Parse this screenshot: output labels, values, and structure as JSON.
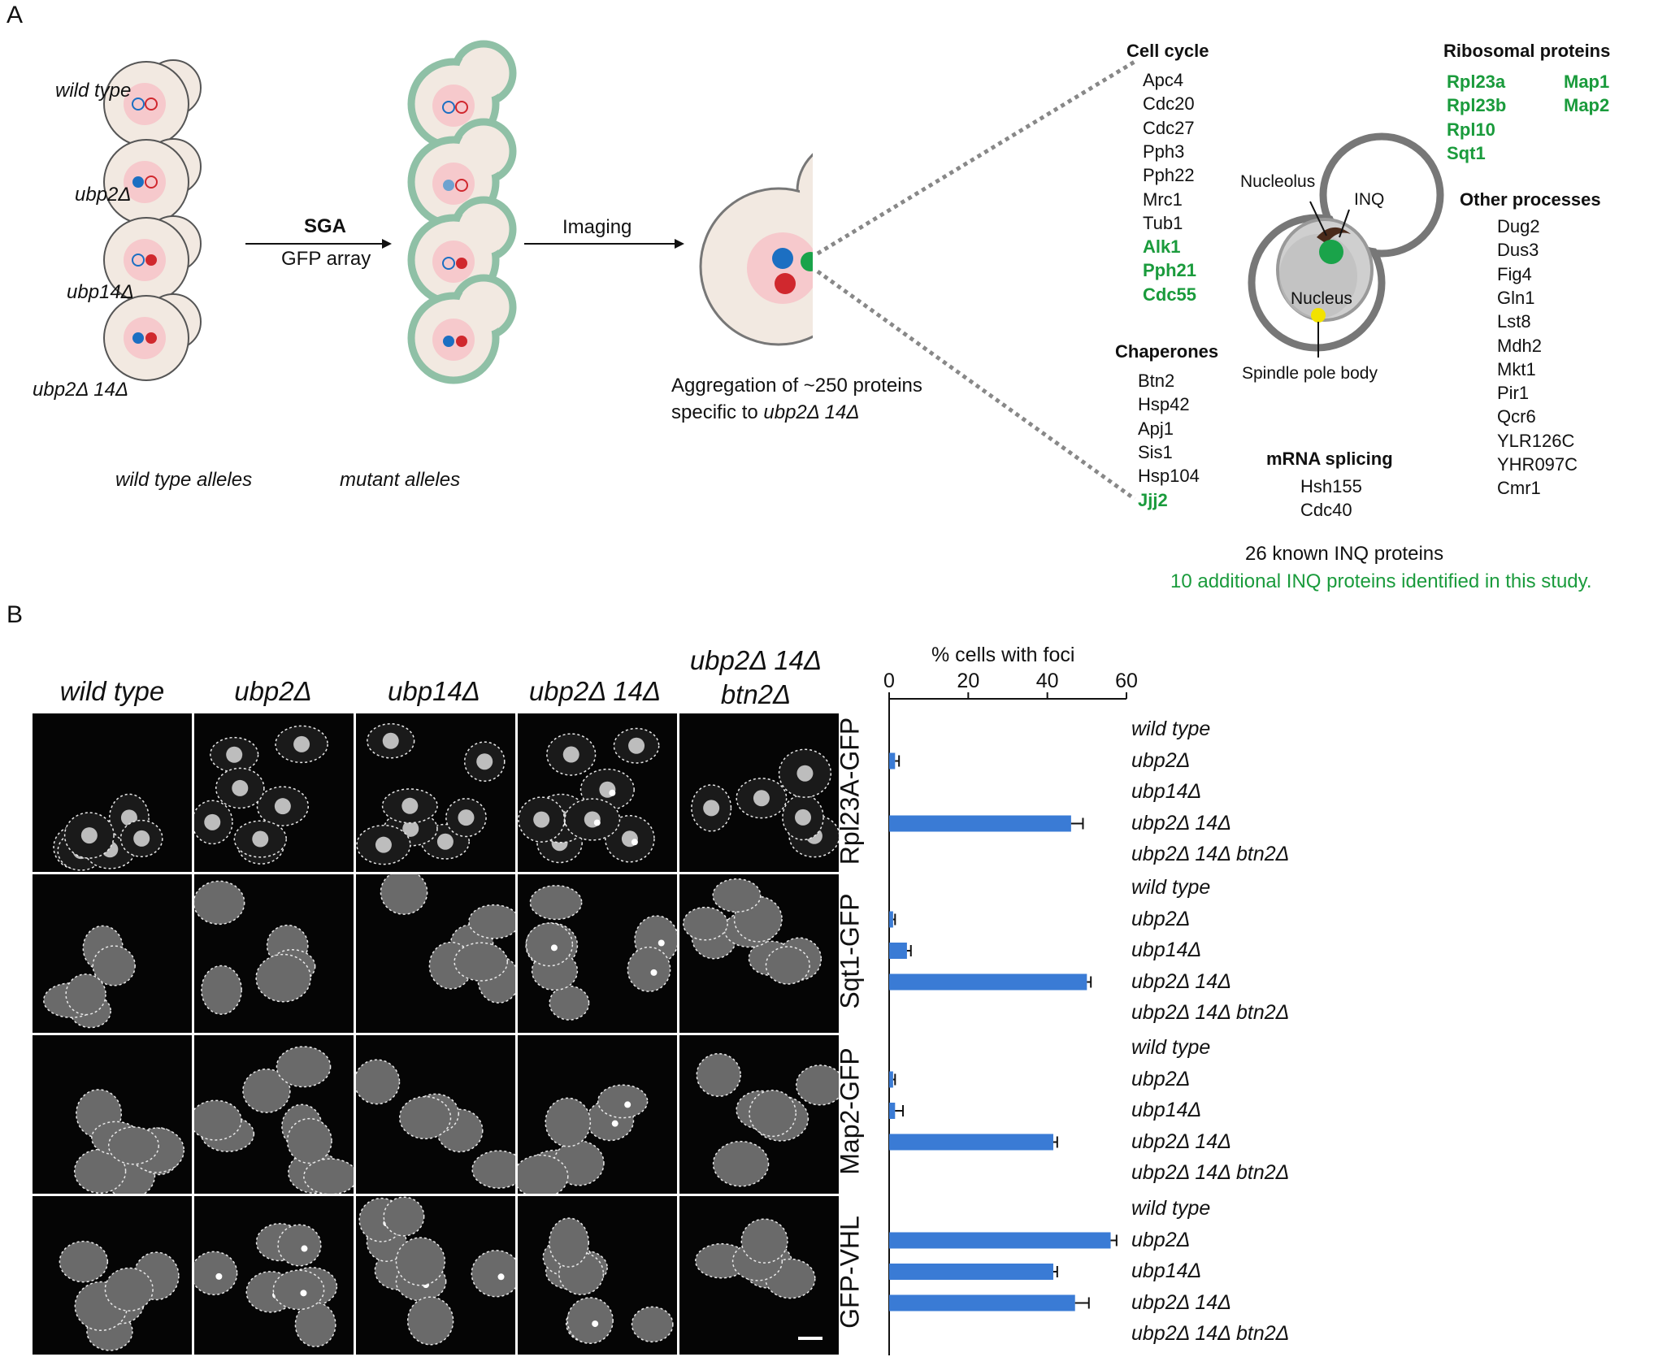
{
  "panelA": {
    "letter": "A",
    "genotypes": [
      "wild type",
      "ubp2Δ",
      "ubp14Δ",
      "ubp2Δ 14Δ"
    ],
    "arrow1_top": "SGA",
    "arrow1_bottom": "GFP array",
    "arrow2_top": "Imaging",
    "aggregation_line1": "Aggregation of ~250 proteins",
    "aggregation_line2_prefix": "specific to",
    "aggregation_line2_italic": "ubp2Δ 14Δ",
    "legend_wt": "wild type alleles",
    "legend_mut": "mutant alleles",
    "cell_cycle": {
      "title": "Cell cycle",
      "items": [
        "Apc4",
        "Cdc20",
        "Cdc27",
        "Pph3",
        "Pph22",
        "Mrc1",
        "Tub1"
      ],
      "new_items": [
        "Alk1",
        "Pph21",
        "Cdc55"
      ]
    },
    "chaperones": {
      "title": "Chaperones",
      "items": [
        "Btn2",
        "Hsp42",
        "Apj1",
        "Sis1",
        "Hsp104"
      ],
      "new_items": [
        "Jjj2"
      ]
    },
    "ribosomal": {
      "title": "Ribosomal proteins",
      "col1": [
        "Rpl23a",
        "Rpl23b",
        "Rpl10",
        "Sqt1"
      ],
      "col2": [
        "Map1",
        "Map2"
      ]
    },
    "other": {
      "title": "Other processes",
      "items": [
        "Dug2",
        "Dus3",
        "Fig4",
        "Gln1",
        "Lst8",
        "Mdh2",
        "Mkt1",
        "Pir1",
        "Qcr6",
        "YLR126C",
        "YHR097C",
        "Cmr1"
      ]
    },
    "mrna": {
      "title": "mRNA splicing",
      "items": [
        "Hsh155",
        "Cdc40"
      ]
    },
    "cell_labels": {
      "nucleolus": "Nucleolus",
      "inq": "INQ",
      "nucleus": "Nucleus",
      "spb": "Spindle pole body"
    },
    "known": "26 known INQ proteins",
    "additional": "10 additional INQ proteins identified in this study."
  },
  "panelB": {
    "letter": "B",
    "col_headers": [
      "wild type",
      "ubp2Δ",
      "ubp14Δ",
      "ubp2Δ 14Δ",
      "ubp2Δ 14Δ\nbtn2Δ"
    ],
    "row_labels": [
      "Rpl23A-GFP",
      "Sqt1-GFP",
      "Map2-GFP",
      "GFP-VHL"
    ],
    "bar_genotypes": [
      "wild type",
      "ubp2Δ",
      "ubp14Δ",
      "ubp2Δ 14Δ",
      "ubp2Δ 14Δ btn2Δ"
    ]
  },
  "chart_data": {
    "type": "bar",
    "orientation": "horizontal",
    "title": "% cells with foci",
    "xlim": [
      0,
      60
    ],
    "xticks": [
      0,
      20,
      40,
      60
    ],
    "categories": [
      "wild type",
      "ubp2Δ",
      "ubp14Δ",
      "ubp2Δ 14Δ",
      "ubp2Δ 14Δ btn2Δ"
    ],
    "groups": [
      {
        "name": "Rpl23A-GFP",
        "values": [
          0,
          1.5,
          0,
          46,
          0
        ],
        "errors": [
          0,
          1,
          0,
          3,
          0
        ]
      },
      {
        "name": "Sqt1-GFP",
        "values": [
          0,
          1,
          4.5,
          50,
          0
        ],
        "errors": [
          0,
          0.5,
          1,
          1,
          0
        ]
      },
      {
        "name": "Map2-GFP",
        "values": [
          0,
          1,
          1.5,
          41.5,
          0
        ],
        "errors": [
          0,
          0.5,
          2,
          1,
          0
        ]
      },
      {
        "name": "GFP-VHL",
        "values": [
          0,
          56,
          41.5,
          47,
          0
        ],
        "errors": [
          0,
          1.5,
          1,
          3.5,
          0
        ]
      }
    ],
    "bar_color": "#3a7bd5"
  }
}
